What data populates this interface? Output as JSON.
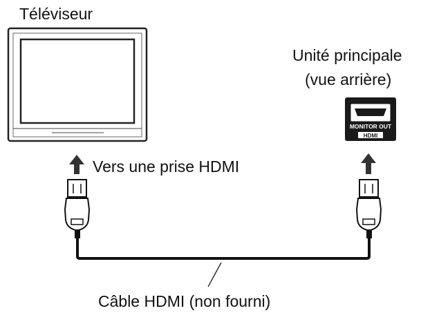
{
  "labels": {
    "tv": "Téléviseur",
    "main_unit_line1": "Unité principale",
    "main_unit_line2": "(vue arrière)",
    "to_hdmi_jack": "Vers une prise HDMI",
    "cable": "Câble HDMI (non fourni)"
  },
  "jack": {
    "port_label": "MONITOR OUT",
    "port_logo": "HDMI"
  },
  "colors": {
    "line": "#111111",
    "tv_frame": "#222222",
    "arrow": "#333333",
    "jack_fill": "#1a1a1a"
  }
}
